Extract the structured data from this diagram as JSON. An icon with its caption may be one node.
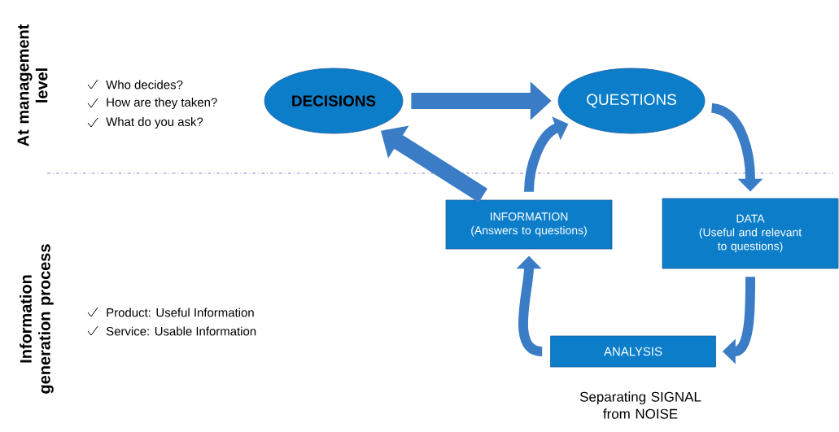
{
  "diagram": {
    "nodes": [
      {
        "text": [
          "DECISIONS"
        ]
      },
      {
        "text": [
          "QUESTIONS"
        ]
      },
      {
        "text": [
          "INFORMATION",
          "(Answers to questions)"
        ]
      },
      {
        "text": [
          "DATA",
          "(Useful and relevant to questions)"
        ]
      },
      {
        "text": [
          "ANALYSIS"
        ],
        "beside": [
          "Separating SIGNAL from NOISE"
        ]
      }
    ],
    "edges": [
      {
        "from": 0,
        "to": 1,
        "arrow": "to"
      },
      {
        "from": 1,
        "to": 3,
        "arrow": "to"
      },
      {
        "from": 3,
        "to": 4,
        "arrow": "to"
      },
      {
        "from": 4,
        "to": 2,
        "arrow": "to"
      },
      {
        "from": 2,
        "to": 1,
        "arrow": "to"
      },
      {
        "from": 2,
        "to": 0,
        "arrow": "to"
      }
    ],
    "labels": [
      "At management level",
      "Who decides?",
      "How are they taken?",
      "What do you ask?",
      "Information generation process",
      "Product: Useful Information",
      "Service: Usable Information"
    ]
  }
}
